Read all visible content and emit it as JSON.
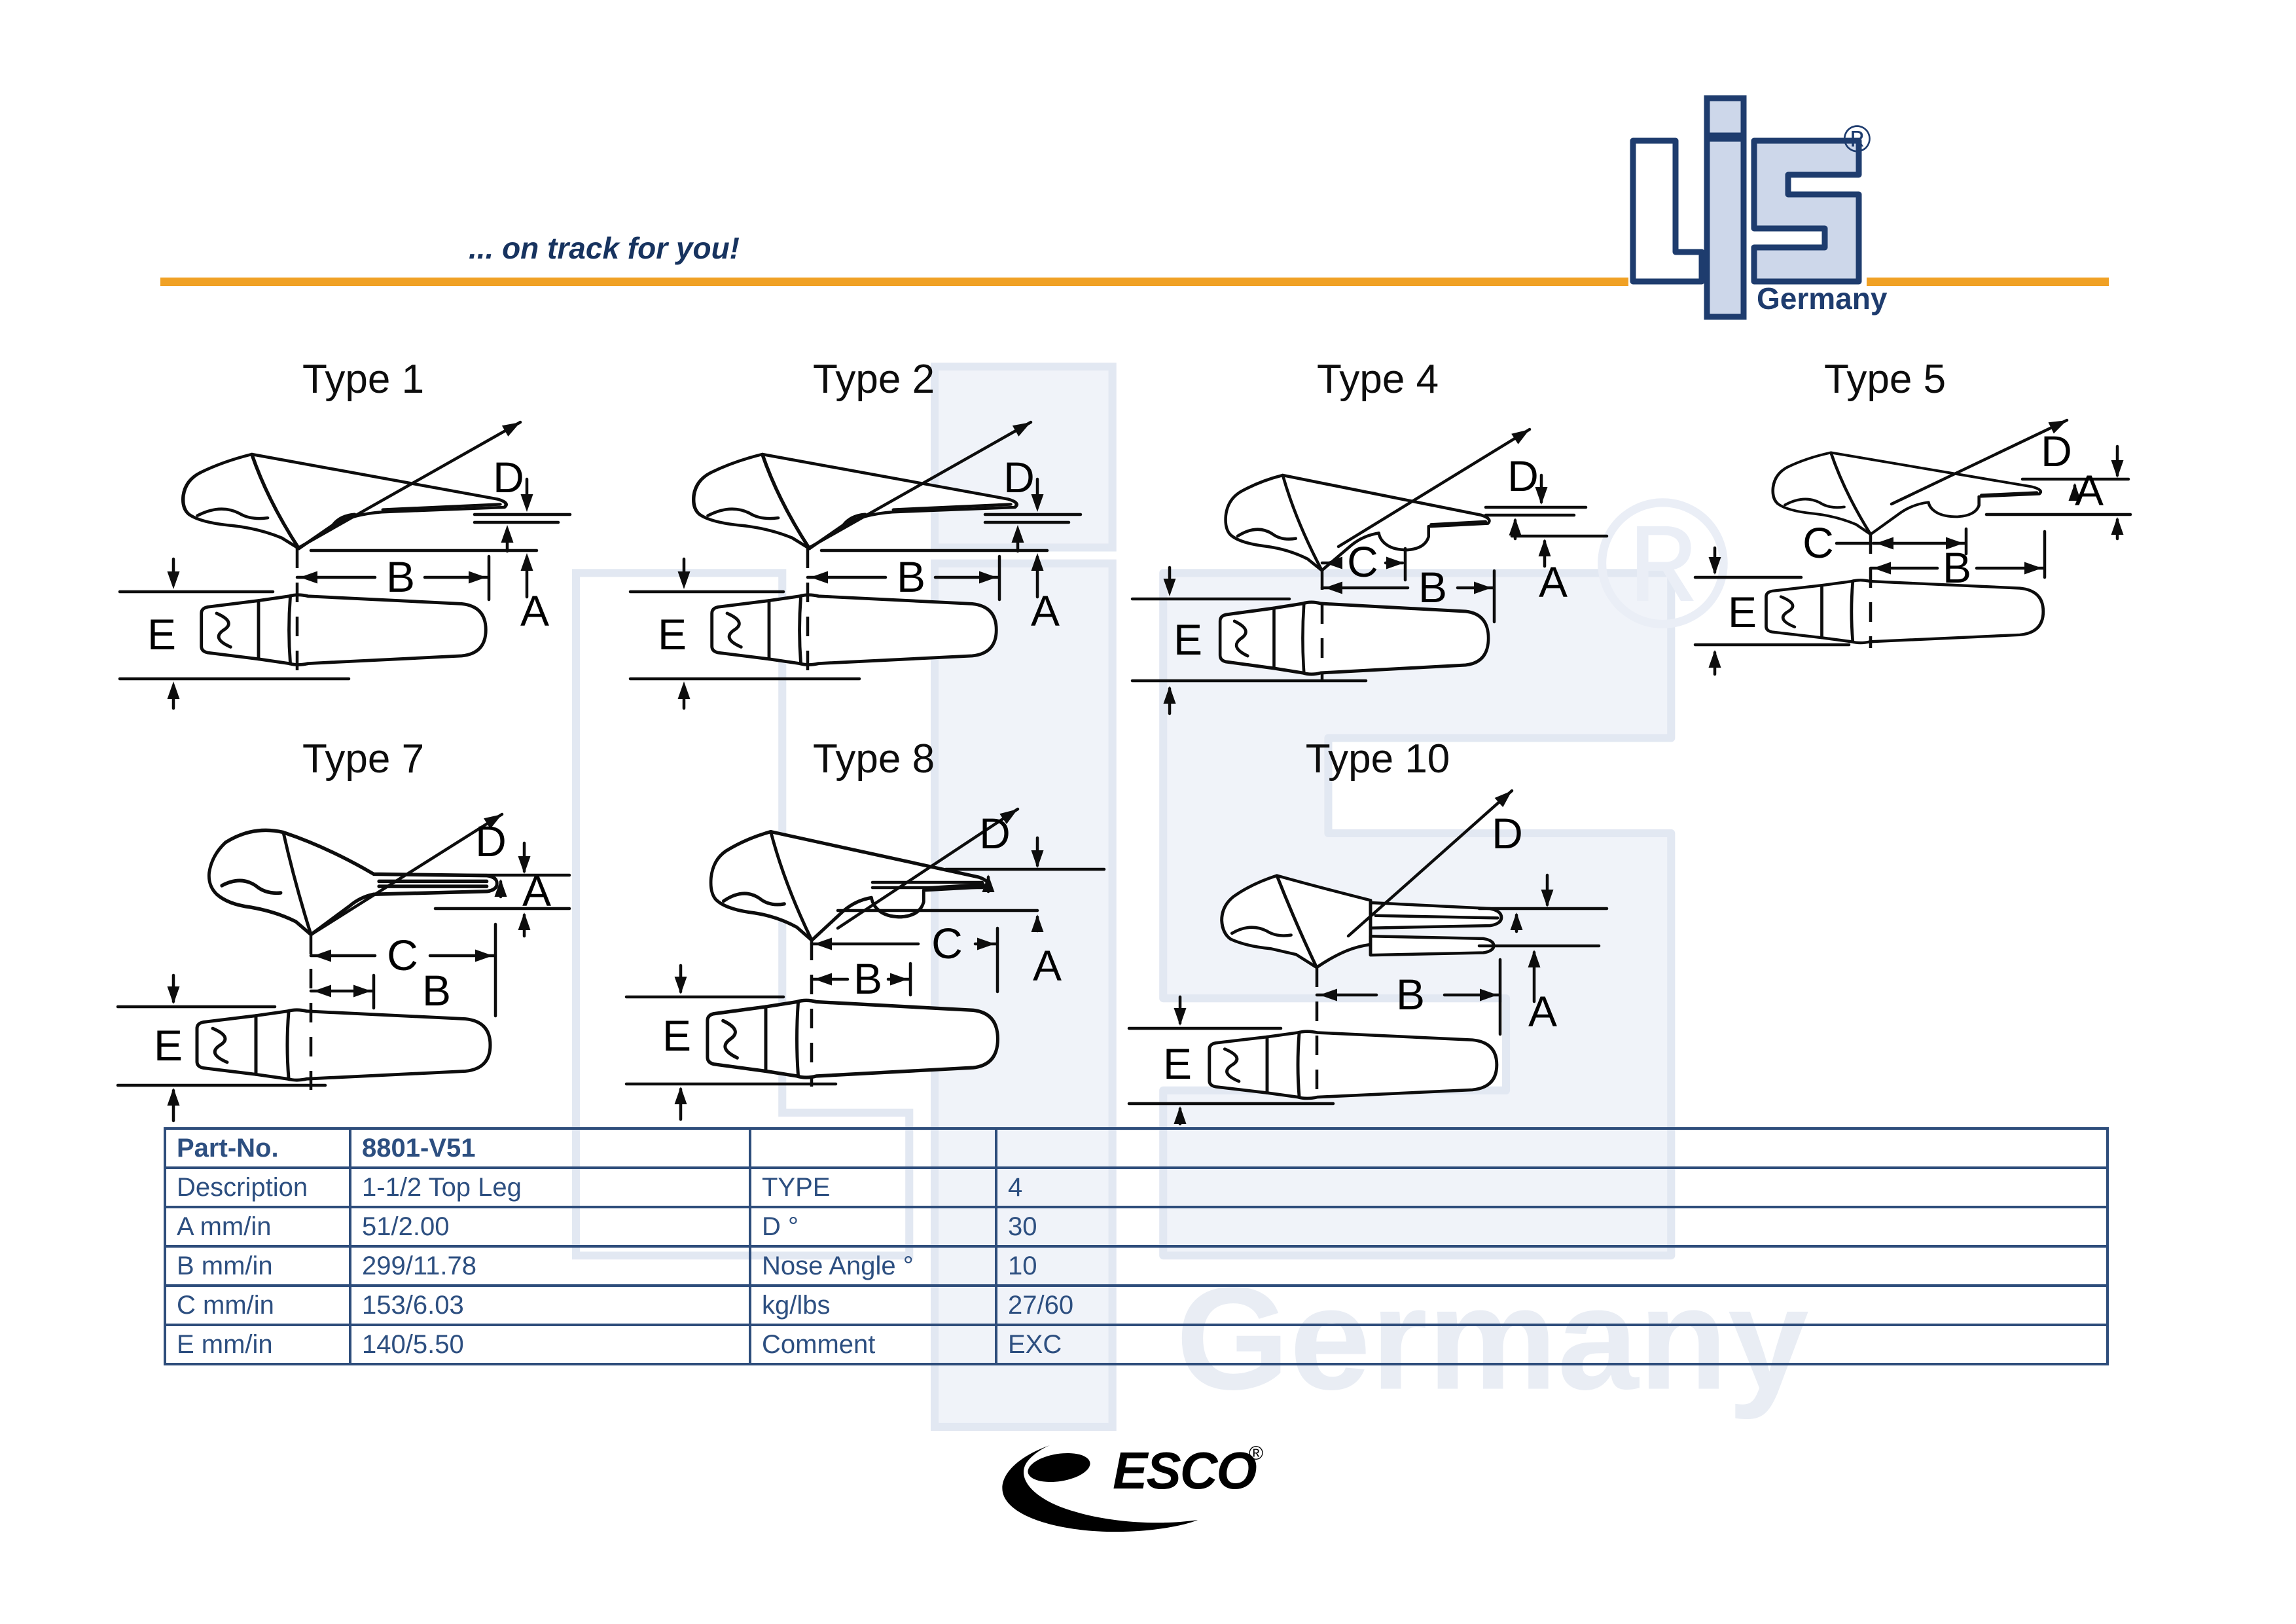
{
  "header": {
    "tagline": "... on track for you!"
  },
  "logo": {
    "registered": "®",
    "country": "Germany"
  },
  "watermark": {
    "registered": "®",
    "country": "Germany"
  },
  "diagrams": [
    {
      "title": "Type 1"
    },
    {
      "title": "Type 2"
    },
    {
      "title": "Type 4"
    },
    {
      "title": "Type 5"
    },
    {
      "title": "Type 7"
    },
    {
      "title": "Type 8"
    },
    {
      "title": "Type 10"
    }
  ],
  "dims": {
    "a": "A",
    "b": "B",
    "c": "C",
    "d": "D",
    "e": "E"
  },
  "table": {
    "rows": [
      {
        "c0": "Part-No.",
        "c1": "8801-V51",
        "c2": "",
        "c3": ""
      },
      {
        "c0": "Description",
        "c1": "1-1/2 Top Leg",
        "c2": "TYPE",
        "c3": "4"
      },
      {
        "c0": "A mm/in",
        "c1": "51/2.00",
        "c2": "D °",
        "c3": "30"
      },
      {
        "c0": "B mm/in",
        "c1": "299/11.78",
        "c2": "Nose Angle °",
        "c3": "10"
      },
      {
        "c0": "C mm/in",
        "c1": "153/6.03",
        "c2": "kg/lbs",
        "c3": "27/60"
      },
      {
        "c0": "E mm/in",
        "c1": "140/5.50",
        "c2": "Comment",
        "c3": "EXC"
      }
    ]
  },
  "footer": {
    "brand": "ESCO",
    "registered": "®"
  }
}
